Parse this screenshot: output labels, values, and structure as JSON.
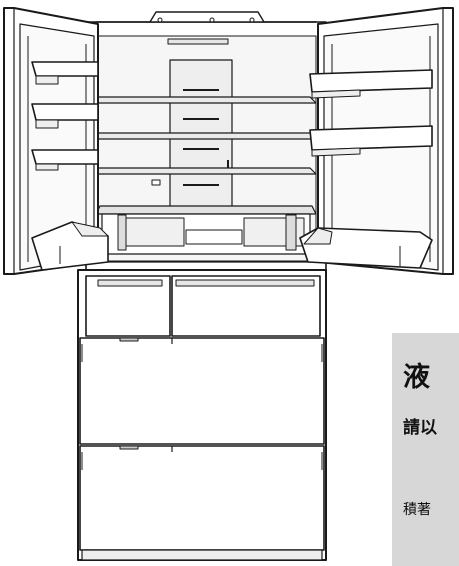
{
  "diagram": {
    "subject": "refrigerator-doors-open",
    "colors": {
      "line": "#1a1a1a",
      "fill": "#ffffff",
      "shade": "#e6e6e6"
    }
  },
  "panel": {
    "background": "#d7d7d7",
    "line1": "液",
    "line2": "請以",
    "line3": "積著"
  }
}
